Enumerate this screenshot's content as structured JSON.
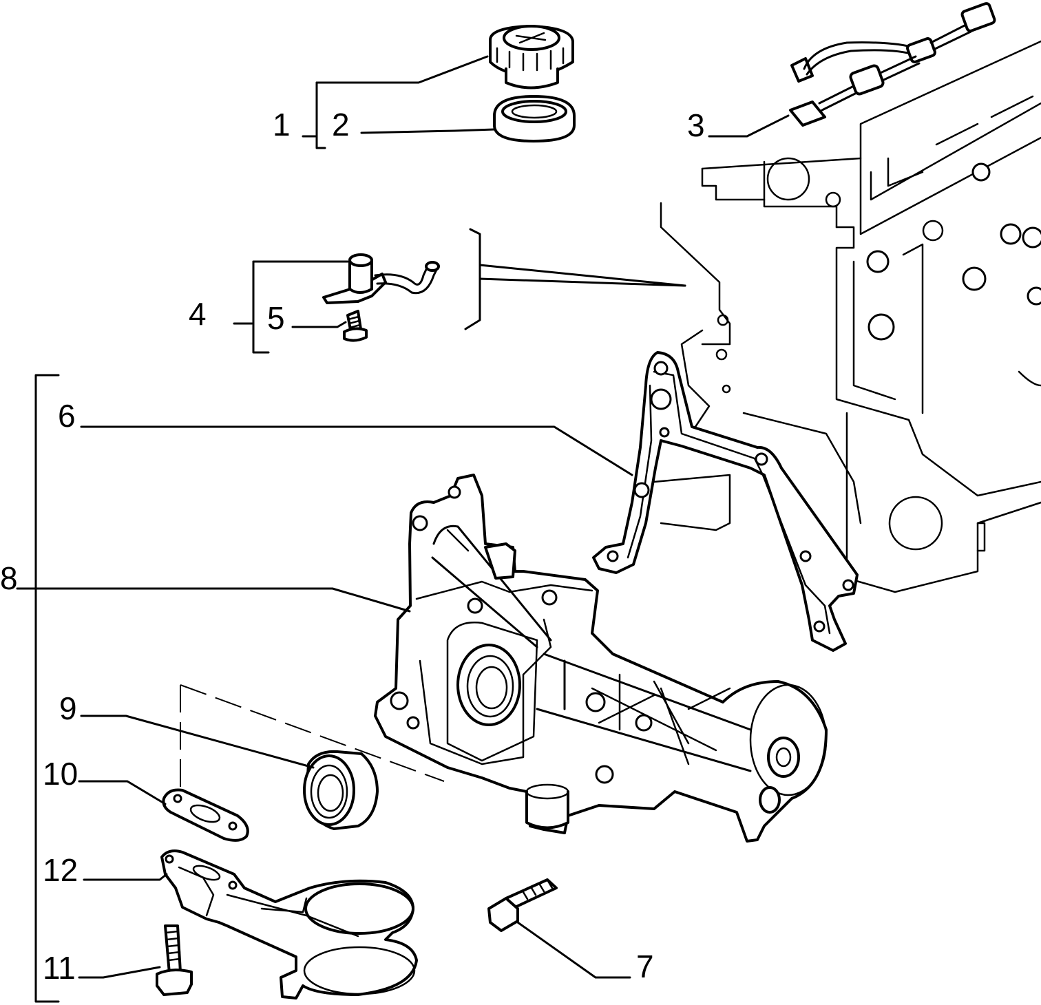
{
  "callouts": {
    "c1": "1",
    "c2": "2",
    "c3": "3",
    "c4": "4",
    "c5": "5",
    "c6": "6",
    "c7": "7",
    "c8": "8",
    "c9": "9",
    "c10": "10",
    "c11": "11",
    "c12": "12"
  },
  "parts": [
    {
      "ref": "1",
      "icon": "oil-filler-cap-icon"
    },
    {
      "ref": "2",
      "icon": "cap-seal-ring-icon"
    },
    {
      "ref": "3",
      "icon": "wiring-harness-icon"
    },
    {
      "ref": "4",
      "icon": "sensor-bracket-icon"
    },
    {
      "ref": "5",
      "icon": "screw-icon"
    },
    {
      "ref": "6",
      "icon": "pump-gasket-icon"
    },
    {
      "ref": "7",
      "icon": "bolt-icon"
    },
    {
      "ref": "8",
      "icon": "oil-pump-assembly-icon"
    },
    {
      "ref": "9",
      "icon": "shaft-seal-icon"
    },
    {
      "ref": "10",
      "icon": "flange-gasket-icon"
    },
    {
      "ref": "11",
      "icon": "bolt-icon"
    },
    {
      "ref": "12",
      "icon": "oil-pickup-strainer-icon"
    }
  ]
}
